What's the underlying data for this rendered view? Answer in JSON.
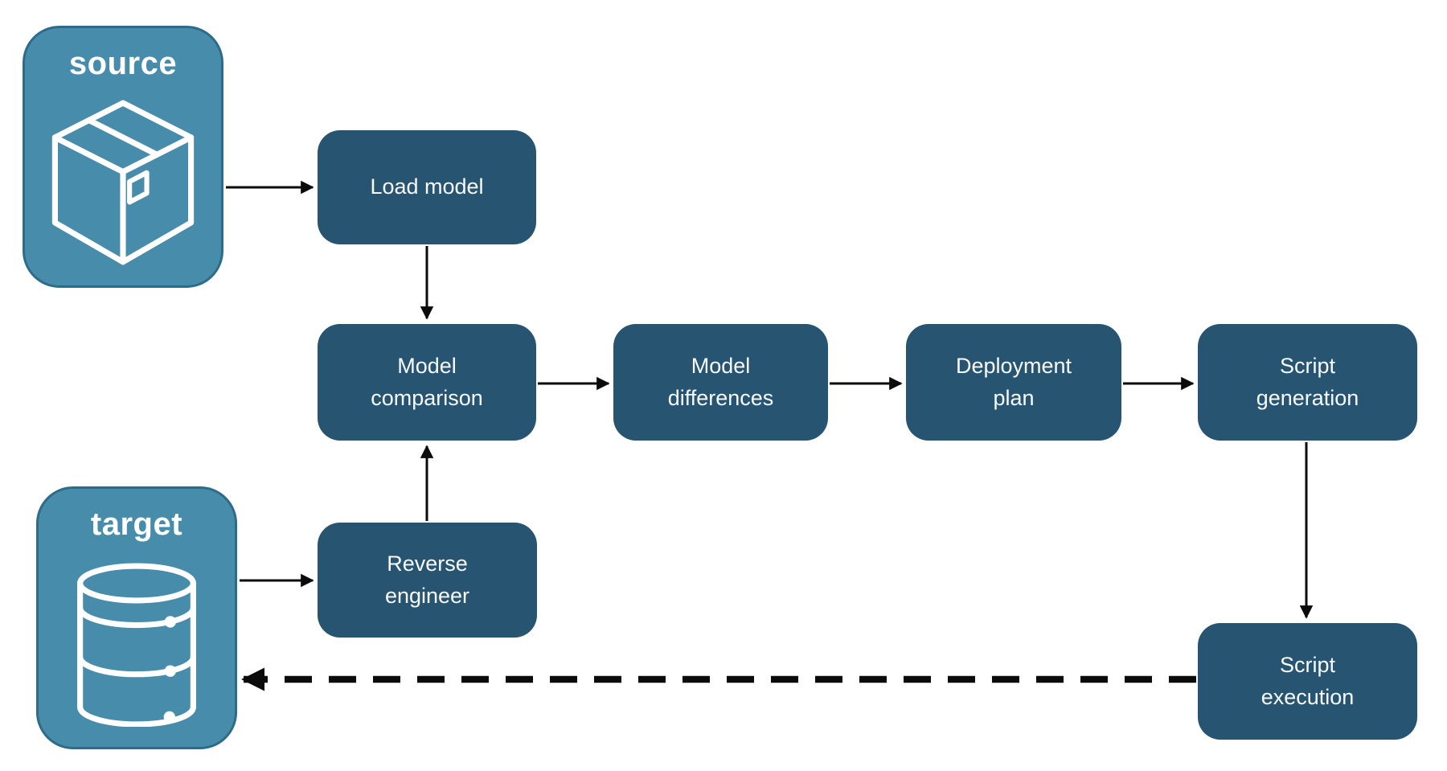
{
  "colors": {
    "step_fill": "#275471",
    "endpoint_fill": "#488CAC",
    "endpoint_border": "#2D6B89",
    "text": "#FFFFFF",
    "arrow": "#0B0B0B",
    "background": "#FFFFFF"
  },
  "endpoints": {
    "source": {
      "label": "source",
      "icon": "package-icon"
    },
    "target": {
      "label": "target",
      "icon": "database-icon"
    }
  },
  "steps": {
    "load_model": {
      "label": "Load model"
    },
    "model_comparison": {
      "label": "Model\ncomparison"
    },
    "model_differences": {
      "label": "Model\ndifferences"
    },
    "deployment_plan": {
      "label": "Deployment\nplan"
    },
    "script_generation": {
      "label": "Script\ngeneration"
    },
    "reverse_engineer": {
      "label": "Reverse\nengineer"
    },
    "script_execution": {
      "label": "Script\nexecution"
    }
  },
  "edges": [
    {
      "from": "source",
      "to": "load_model",
      "style": "solid"
    },
    {
      "from": "load_model",
      "to": "model_comparison",
      "style": "solid"
    },
    {
      "from": "model_comparison",
      "to": "model_differences",
      "style": "solid"
    },
    {
      "from": "model_differences",
      "to": "deployment_plan",
      "style": "solid"
    },
    {
      "from": "deployment_plan",
      "to": "script_generation",
      "style": "solid"
    },
    {
      "from": "script_generation",
      "to": "script_execution",
      "style": "solid"
    },
    {
      "from": "target",
      "to": "reverse_engineer",
      "style": "solid"
    },
    {
      "from": "reverse_engineer",
      "to": "model_comparison",
      "style": "solid"
    },
    {
      "from": "script_execution",
      "to": "target",
      "style": "dashed"
    }
  ]
}
